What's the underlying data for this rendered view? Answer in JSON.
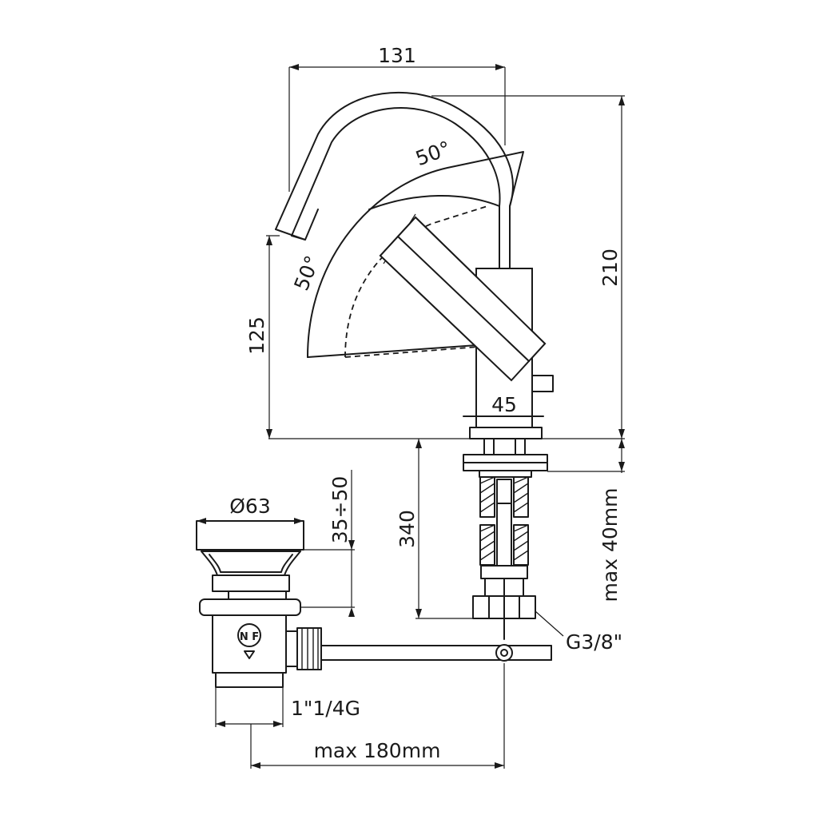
{
  "dimensions": {
    "spout_width": "131",
    "total_height": "210",
    "spout_height": "125",
    "swivel_angle_top": "50°",
    "swivel_angle_left": "50°",
    "body_width": "45",
    "hose_length": "340",
    "max_thickness": "max 40mm",
    "connection_thread": "G3/8\"",
    "waste_diameter": "Ø63",
    "waste_height": "35÷50",
    "waste_thread": "1\"1/4G",
    "max_reach": "max 180mm"
  },
  "waste_marking": "N F"
}
